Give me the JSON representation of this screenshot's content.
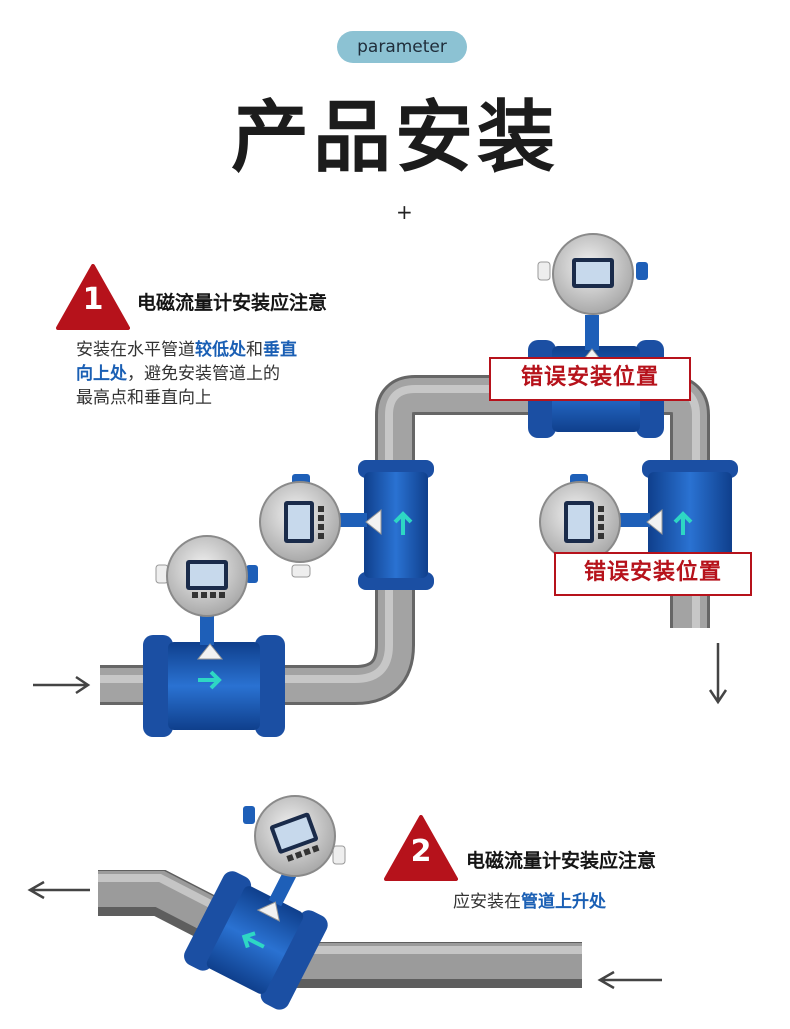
{
  "header": {
    "badge": "parameter",
    "title": "产品安装",
    "plus": "+"
  },
  "note1": {
    "number": "1",
    "heading": "电磁流量计安装应注意",
    "line1_a": "安装在水平管道",
    "line1_b": "较低处",
    "line1_c": "和",
    "line1_d": "垂直",
    "line2_a": "向上处",
    "line2_b": "，避免安装管道上的",
    "line3": "最高点和垂直向上"
  },
  "wrong_labels": [
    "错误安装位置",
    "错误安装位置"
  ],
  "note2": {
    "number": "2",
    "heading": "电磁流量计安装应注意",
    "line_a": "应安装在",
    "line_b": "管道上升处"
  },
  "colors": {
    "accent_red": "#b6121b",
    "meter_blue": "#1e5fb8",
    "pipe_gray": "#9a9a9a",
    "highlight_blue": "#1a5fb4"
  },
  "icons": [
    "arrow-right-icon",
    "arrow-down-icon",
    "arrow-left-icon",
    "warning-triangle-icon"
  ]
}
